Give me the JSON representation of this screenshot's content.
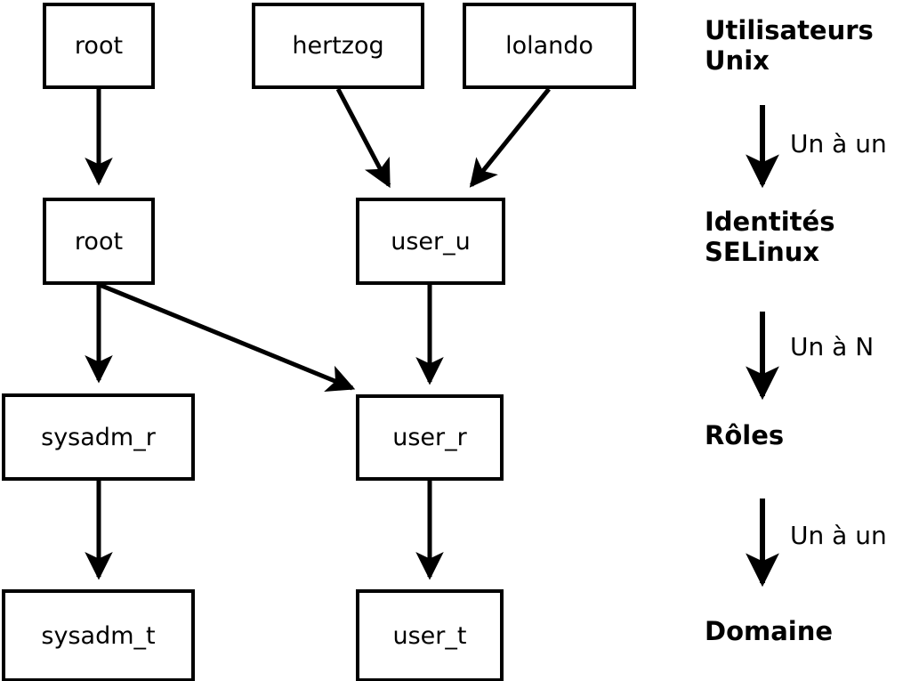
{
  "diagram": {
    "title": "Utilisateurs Unix, identites SELinux, roles et domaines",
    "background_color": "#ffffff",
    "stroke_color": "#000000",
    "node_fill_color": "#ffffff"
  },
  "nodes": [
    {
      "id": "unix_root",
      "label": "root",
      "layer": "unix_users"
    },
    {
      "id": "unix_hertzog",
      "label": "hertzog",
      "layer": "unix_users"
    },
    {
      "id": "unix_lolando",
      "label": "lolando",
      "layer": "unix_users"
    },
    {
      "id": "ident_root",
      "label": "root",
      "layer": "selinux_identities"
    },
    {
      "id": "ident_user_u",
      "label": "user_u",
      "layer": "selinux_identities"
    },
    {
      "id": "role_sysadm",
      "label": "sysadm_r",
      "layer": "roles"
    },
    {
      "id": "role_user",
      "label": "user_r",
      "layer": "roles"
    },
    {
      "id": "dom_sysadm",
      "label": "sysadm_t",
      "layer": "domains"
    },
    {
      "id": "dom_user",
      "label": "user_t",
      "layer": "domains"
    }
  ],
  "edges": [
    {
      "from": "unix_root",
      "to": "ident_root"
    },
    {
      "from": "unix_hertzog",
      "to": "ident_user_u"
    },
    {
      "from": "unix_lolando",
      "to": "ident_user_u"
    },
    {
      "from": "ident_root",
      "to": "role_sysadm"
    },
    {
      "from": "ident_root",
      "to": "role_user"
    },
    {
      "from": "ident_user_u",
      "to": "role_user"
    },
    {
      "from": "role_sysadm",
      "to": "dom_sysadm"
    },
    {
      "from": "role_user",
      "to": "dom_user"
    }
  ],
  "legend": {
    "stages": [
      {
        "id": "stage-unix-users",
        "text": "Utilisateurs\nUnix"
      },
      {
        "id": "stage-selinux-identities",
        "text": "Identités\nSELinux"
      },
      {
        "id": "stage-roles",
        "text": "Rôles"
      },
      {
        "id": "stage-domains",
        "text": "Domaine"
      }
    ],
    "cardinalities": [
      {
        "id": "cardinality-users-to-identities",
        "text": "Un à un"
      },
      {
        "id": "cardinality-identities-to-roles",
        "text": "Un à N"
      },
      {
        "id": "cardinality-roles-to-domains",
        "text": "Un à un"
      }
    ]
  }
}
